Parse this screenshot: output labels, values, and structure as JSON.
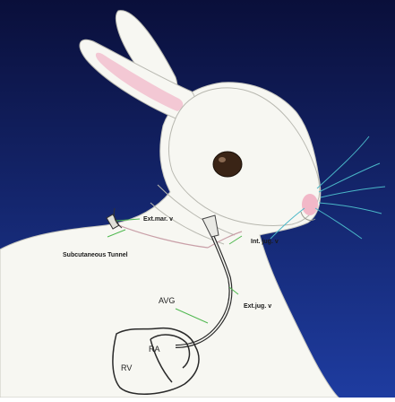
{
  "colors": {
    "background_top": "#0a0f3a",
    "background_bottom": "#1e3ca0",
    "rabbit": "#f7f7f2",
    "ear_inner": "#f3c8d4",
    "nose": "#f2b8c8",
    "eye": "#3a2416",
    "whisker": "#4ab7c8",
    "leader_line": "#4fb84f",
    "catheter": "#2a2a2a"
  },
  "labels": {
    "ext_mar_v": "Ext.mar. v",
    "int_jug_v": "Int. jug. v",
    "subcutaneous_tunnel": "Subcutaneous Tunnel",
    "avg": "AVG",
    "ext_jug_v": "Ext.jug. v",
    "ra": "RA",
    "rv": "RV"
  }
}
